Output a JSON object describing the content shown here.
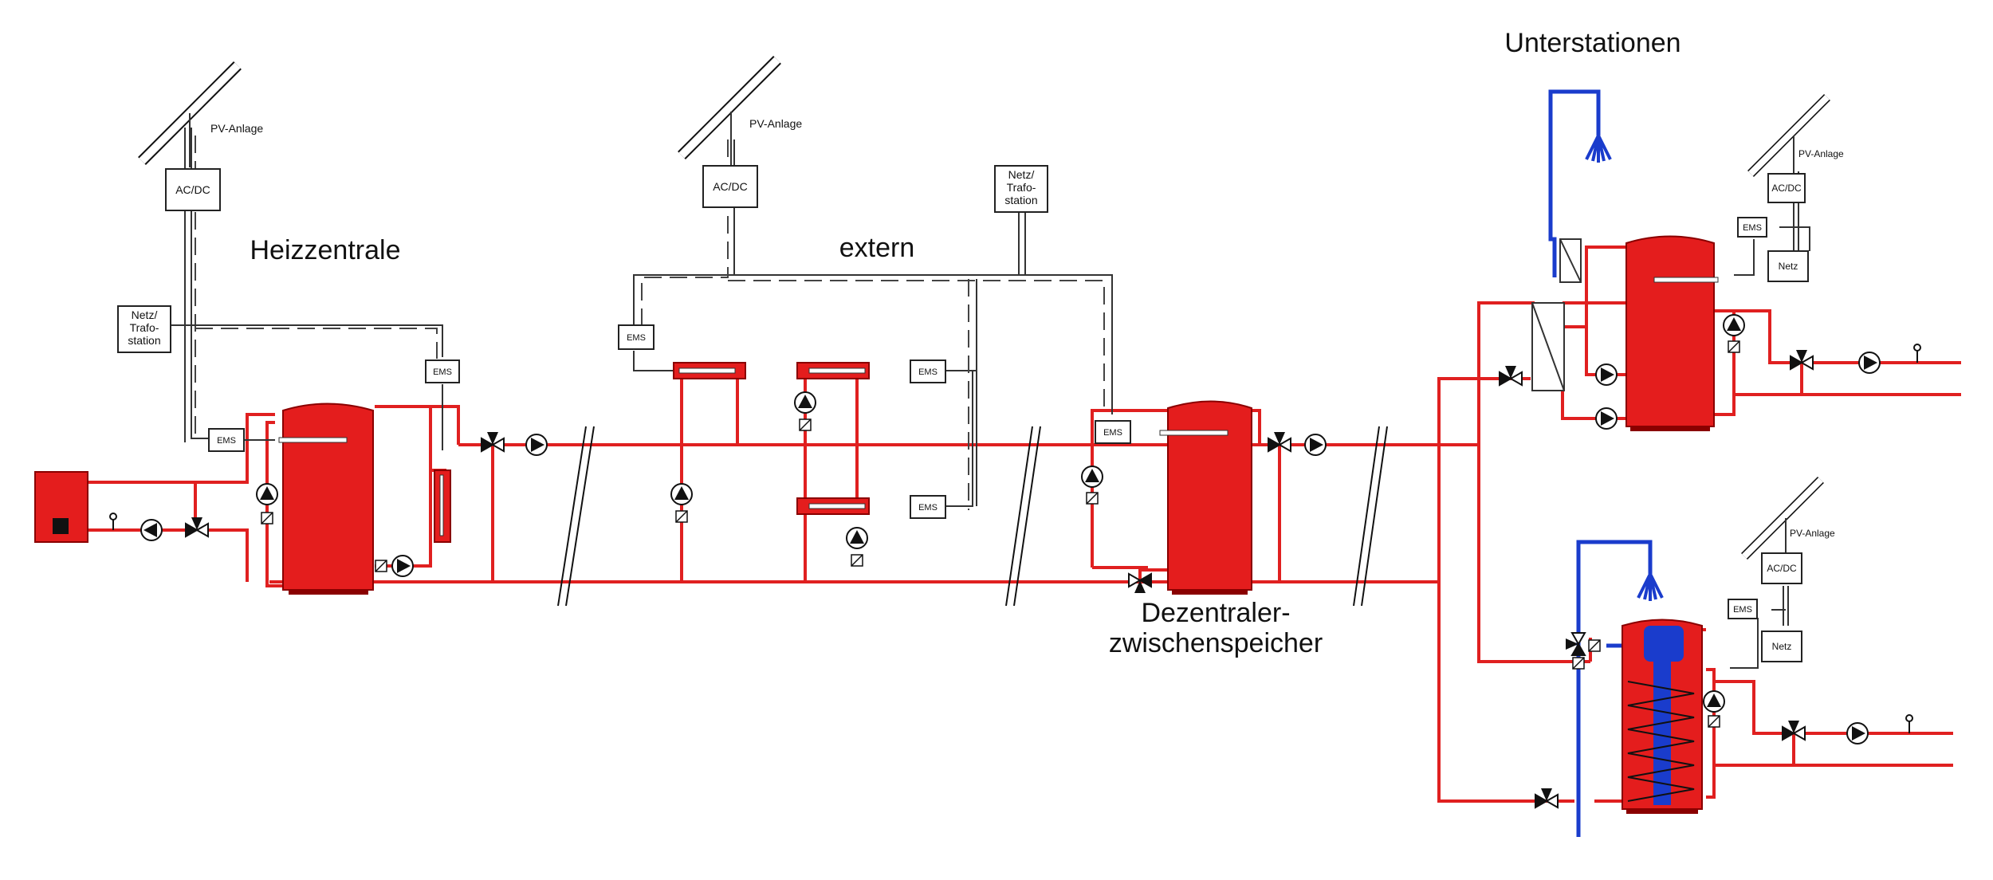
{
  "labels": {
    "heizzentrale": "Heizzentrale",
    "extern": "extern",
    "unterstationen": "Unterstationen",
    "dezentral_1": "Dezentraler-",
    "dezentral_2": "zwischenspeicher",
    "pv": "PV-Anlage",
    "acdc": "AC/DC",
    "ems": "EMS",
    "netz": "Netz",
    "netz_trafo_1": "Netz/",
    "netz_trafo_2": "Trafo-",
    "netz_trafo_3": "station"
  },
  "colors": {
    "pipe": "#e02020",
    "cold": "#1a3ccc",
    "tank": "#e41d1d"
  }
}
